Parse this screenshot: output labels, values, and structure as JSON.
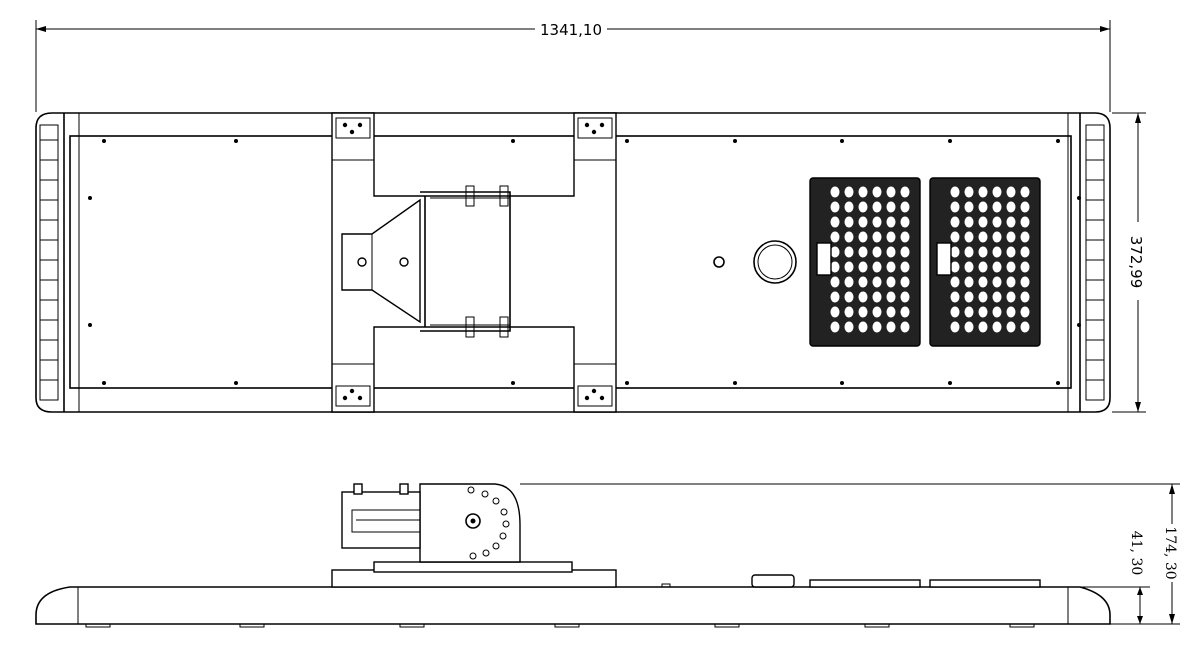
{
  "dimensions": {
    "overall_length": "1341,10",
    "top_width": "372,99",
    "side_total_height": "174, 30",
    "side_body_height": "41, 30"
  },
  "views": [
    "top-view",
    "side-view"
  ],
  "colors": {
    "line": "#000000",
    "background": "#ffffff",
    "panel": "#222222"
  }
}
